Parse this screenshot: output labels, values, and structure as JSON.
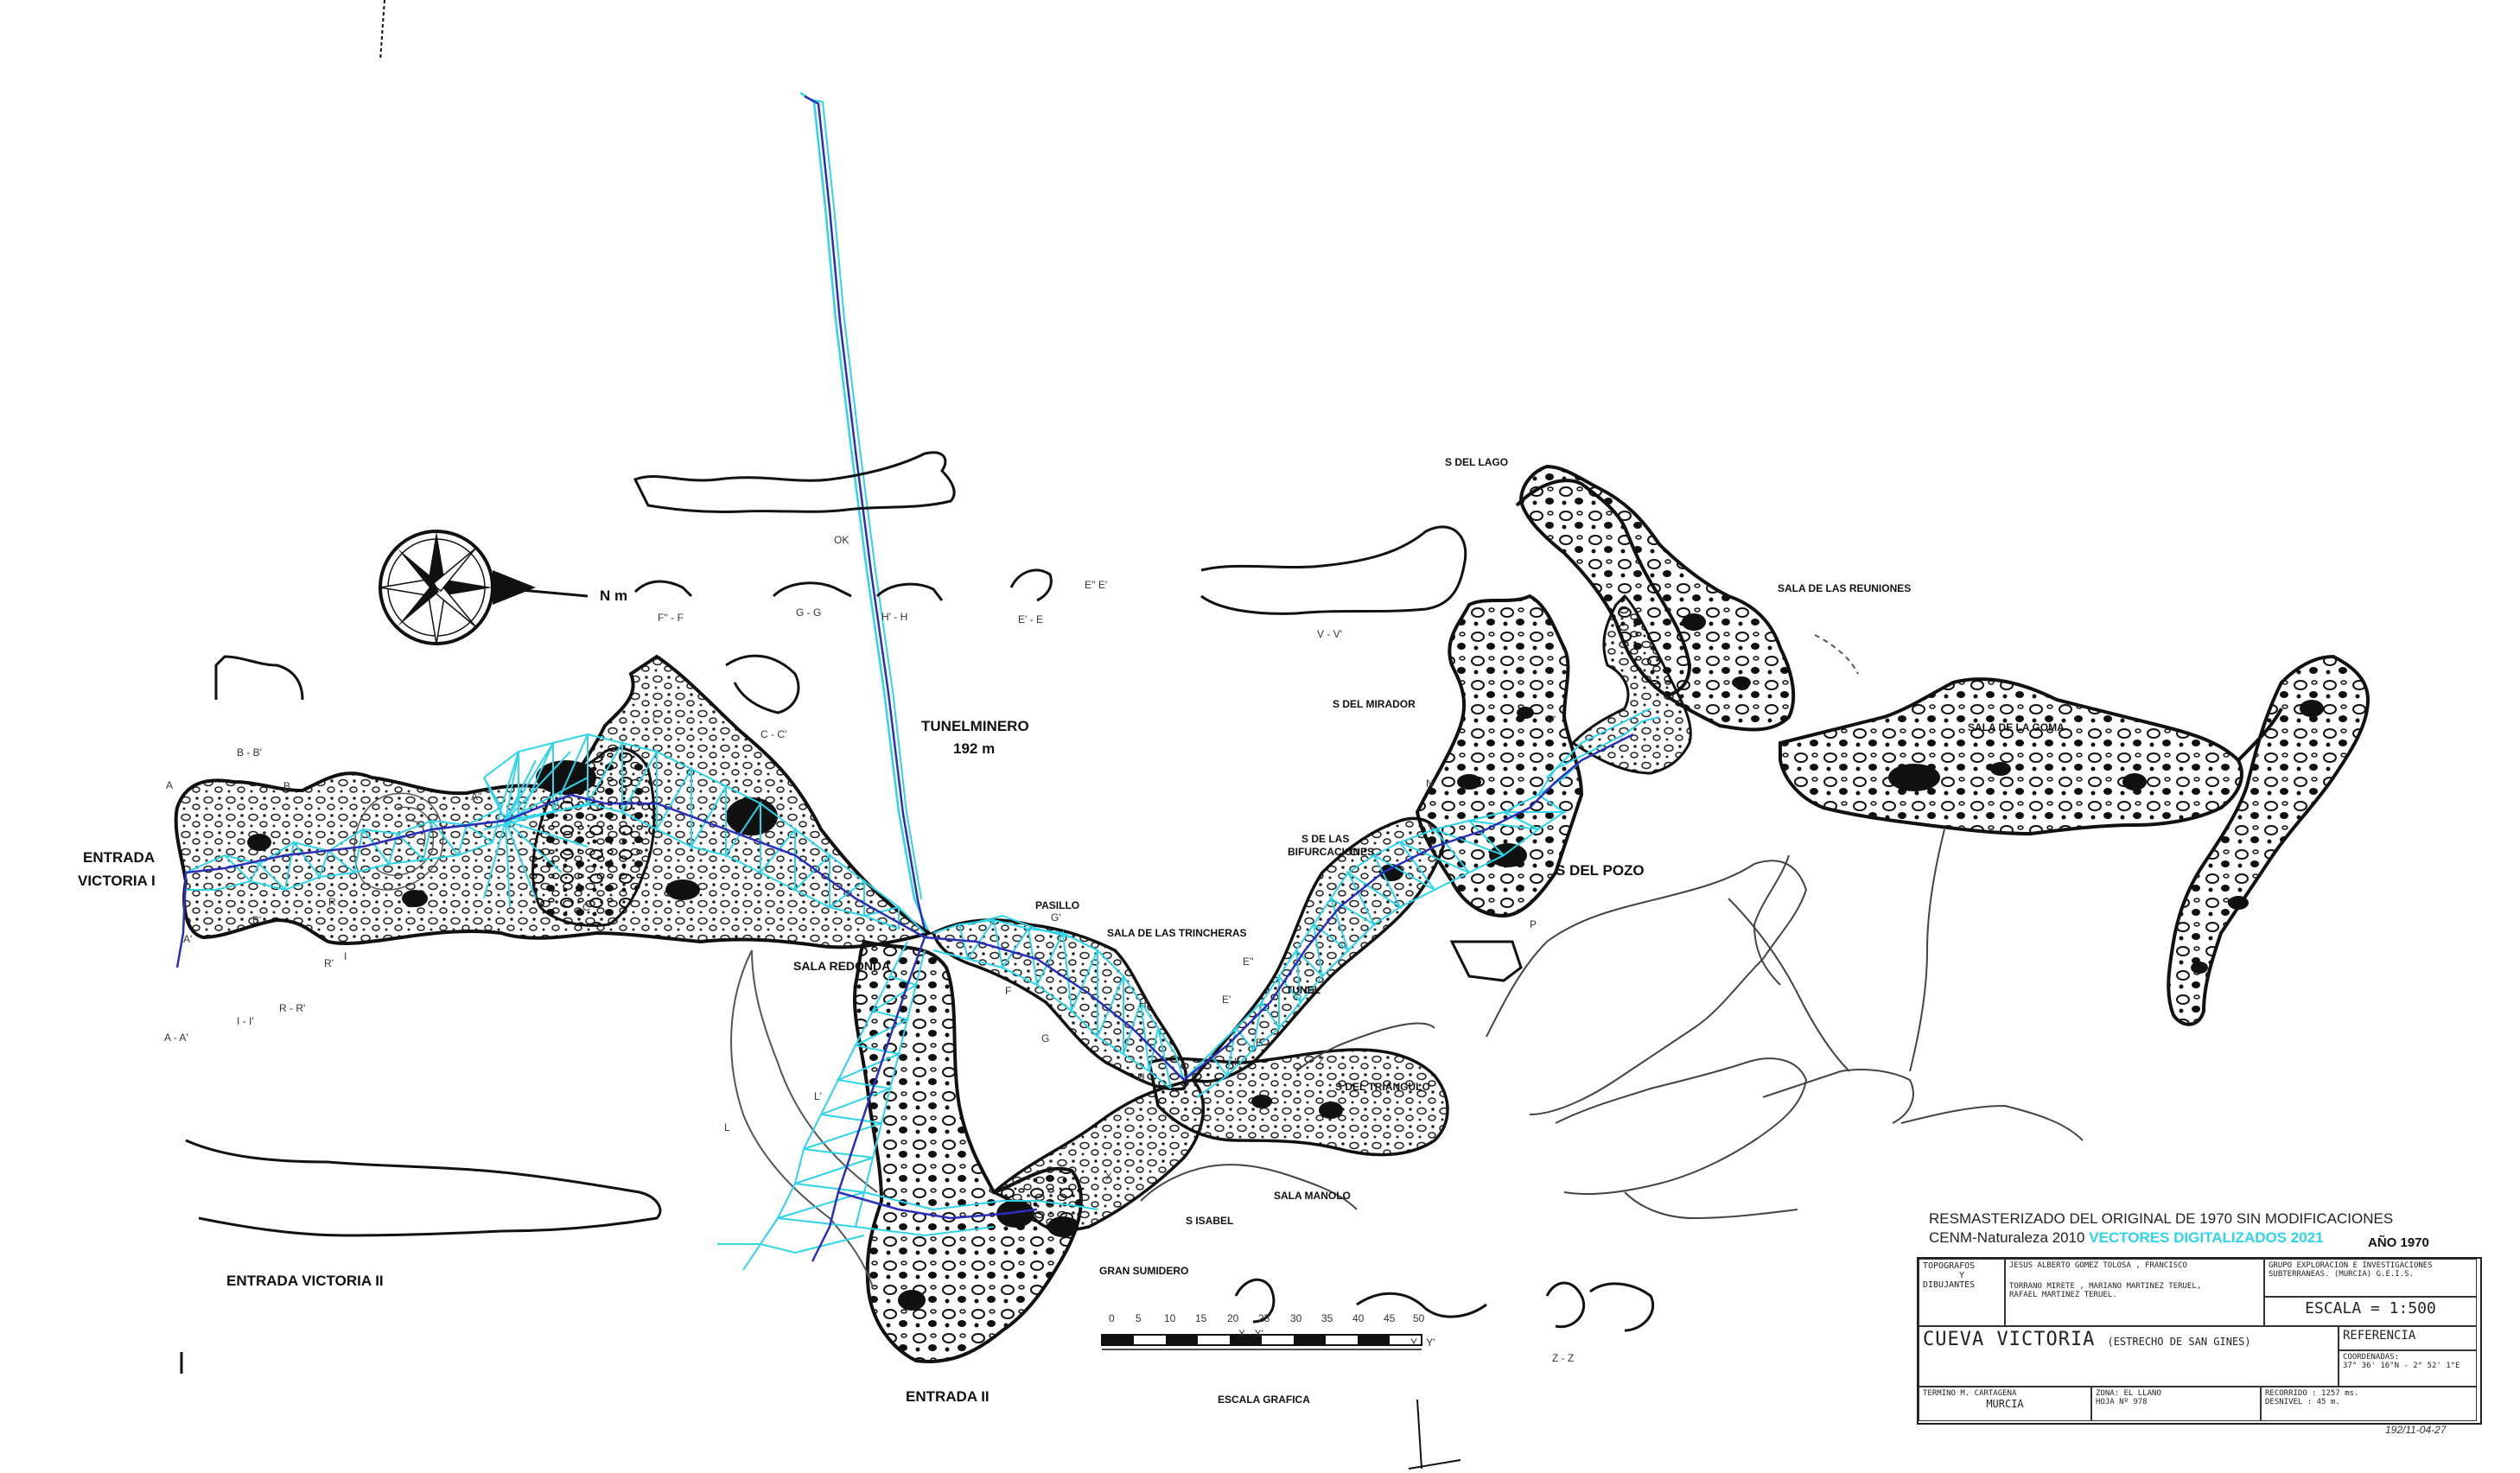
{
  "labels": {
    "entrada_victoria_i_1": "ENTRADA",
    "entrada_victoria_i_2": "VICTORIA I",
    "entrada_victoria_ii": "ENTRADA VICTORIA II",
    "entrada_ii": "ENTRADA II",
    "tunel_minero_1": "TUNELMINERO",
    "tunel_minero_2": "192 m",
    "sala_redonda": "SALA REDONDA",
    "pasillo": "PASILLO",
    "sala_trincheras": "SALA DE LAS TRINCHERAS",
    "tunel": "TUNEL",
    "s_triangulo": "S DEL TRIANGULO",
    "sala_manolo": "SALA  MANOLO",
    "s_isabel": "S ISABEL",
    "gran_sumidero": "GRAN SUMIDERO",
    "s_bifurcaciones_1": "S DE LAS",
    "s_bifurcaciones_2": "BIFURCACIONES",
    "s_mirador": "S DEL MIRADOR",
    "s_lago": "S DEL LAGO",
    "sala_reuniones": "SALA DE LAS REUNIONES",
    "sala_goma": "SALA DE LA GOMA",
    "s_pozo": "S DEL POZO",
    "north": "N m",
    "escala_grafica": "ESCALA GRAFICA"
  },
  "sections": [
    "A",
    "B",
    "B - B'",
    "A'",
    "A - A'",
    "B'",
    "R",
    "R'",
    "R - R'",
    "I - I'",
    "C",
    "C'",
    "C - C'",
    "OK",
    "F'' - F",
    "G - G",
    "H' - H",
    "E' - E",
    "E''  E'",
    "V - V'",
    "V'",
    "N",
    "P",
    "G'",
    "F",
    "G",
    "H",
    "H'",
    "E'",
    "E''",
    "K",
    "E",
    "Z",
    "L",
    "L'",
    "X",
    "X - X'",
    "Y - Y'",
    "Z - Z",
    "I",
    "A''"
  ],
  "scale_ticks": [
    "0",
    "5",
    "10",
    "15",
    "20",
    "25",
    "30",
    "35",
    "40",
    "45",
    "50"
  ],
  "caption": {
    "line1": "RESMASTERIZADO DEL ORIGINAL DE 1970 SIN MODIFICACIONES",
    "line2": "CENM-Naturaleza 2010",
    "line2_highlight": "VECTORES DIGITALIZADOS 2021",
    "year": "AÑO 1970"
  },
  "titleblock": {
    "topografos_1": "TOPOGRAFOS",
    "topografos_2": "Y",
    "topografos_3": "DIBUJANTES",
    "names_1": "JESUS ALBERTO GOMEZ TOLOSA , FRANCISCO",
    "names_2": "TORRANO MIRETE , MARIANO MARTINEZ TERUEL,",
    "names_3": "RAFAEL MARTINEZ TERUEL.",
    "grupo_1": "GRUPO EXPLORACION E INVESTIGACIONES",
    "grupo_2": "SUBTERRANEAS. (MURCIA)  G.E.I.S.",
    "escala": "ESCALA = 1:500",
    "cave_name": "CUEVA VICTORIA",
    "cave_sub": "(ESTRECHO DE SAN GINES)",
    "referencia": "REFERENCIA",
    "coordenadas": "COORDENADAS:",
    "coord_value": "37° 36' 16\"N - 2° 52' 1\"E",
    "termino": "TERMINO M. CARTAGENA",
    "provincia": "MURCIA",
    "zona": "ZONA: EL LLANO",
    "hoja": "HOJA  Nº 978",
    "recorrido": "RECORRIDO : 1257 ms.",
    "desnivel": "DESNIVEL : 45 m.",
    "stamp": "192/11-04-27"
  },
  "colors": {
    "survey_cyan": "#2ed4e8",
    "survey_blue": "#2a2fb8",
    "ink": "#1a1a1a",
    "rock": "#111111"
  }
}
